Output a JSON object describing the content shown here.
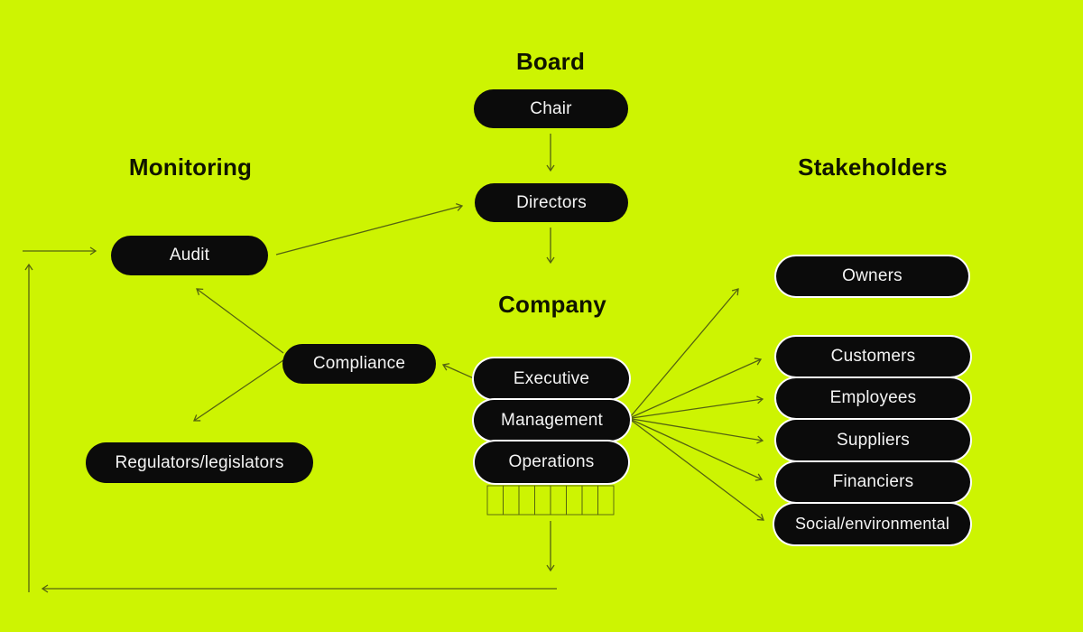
{
  "palette": {
    "background": "#cdf402",
    "line": "#546310",
    "node_fill": "#0b0b0b",
    "node_text": "#f4f4f4",
    "heading_text": "#101400",
    "node_outline": "#fdfdfd"
  },
  "sections": {
    "board": {
      "title": "Board"
    },
    "monitoring": {
      "title": "Monitoring"
    },
    "stakeholders": {
      "title": "Stakeholders"
    },
    "company": {
      "title": "Company"
    }
  },
  "nodes": {
    "chair": {
      "label": "Chair"
    },
    "directors": {
      "label": "Directors"
    },
    "audit": {
      "label": "Audit"
    },
    "compliance": {
      "label": "Compliance"
    },
    "regulators": {
      "label": "Regulators/legislators"
    },
    "executive": {
      "label": "Executive"
    },
    "management": {
      "label": "Management"
    },
    "operations": {
      "label": "Operations"
    },
    "owners": {
      "label": "Owners"
    },
    "customers": {
      "label": "Customers"
    },
    "employees": {
      "label": "Employees"
    },
    "suppliers": {
      "label": "Suppliers"
    },
    "financiers": {
      "label": "Financiers"
    },
    "social": {
      "label": "Social/environmental"
    }
  },
  "edges": [
    {
      "from": "Chair",
      "to": "Directors"
    },
    {
      "from": "Directors",
      "to": "Company"
    },
    {
      "from": "Audit",
      "to": "Directors"
    },
    {
      "from": "Compliance",
      "to": "Audit"
    },
    {
      "from": "Compliance",
      "to": "Regulators/legislators"
    },
    {
      "from": "Executive",
      "to": "Compliance"
    },
    {
      "from": "Management",
      "to": "Owners"
    },
    {
      "from": "Management",
      "to": "Customers"
    },
    {
      "from": "Management",
      "to": "Employees"
    },
    {
      "from": "Management",
      "to": "Suppliers"
    },
    {
      "from": "Management",
      "to": "Financiers"
    },
    {
      "from": "Management",
      "to": "Social/environmental"
    },
    {
      "from": "Operations",
      "to": "Audit",
      "via": "feedback loop (down, left, up)"
    }
  ]
}
